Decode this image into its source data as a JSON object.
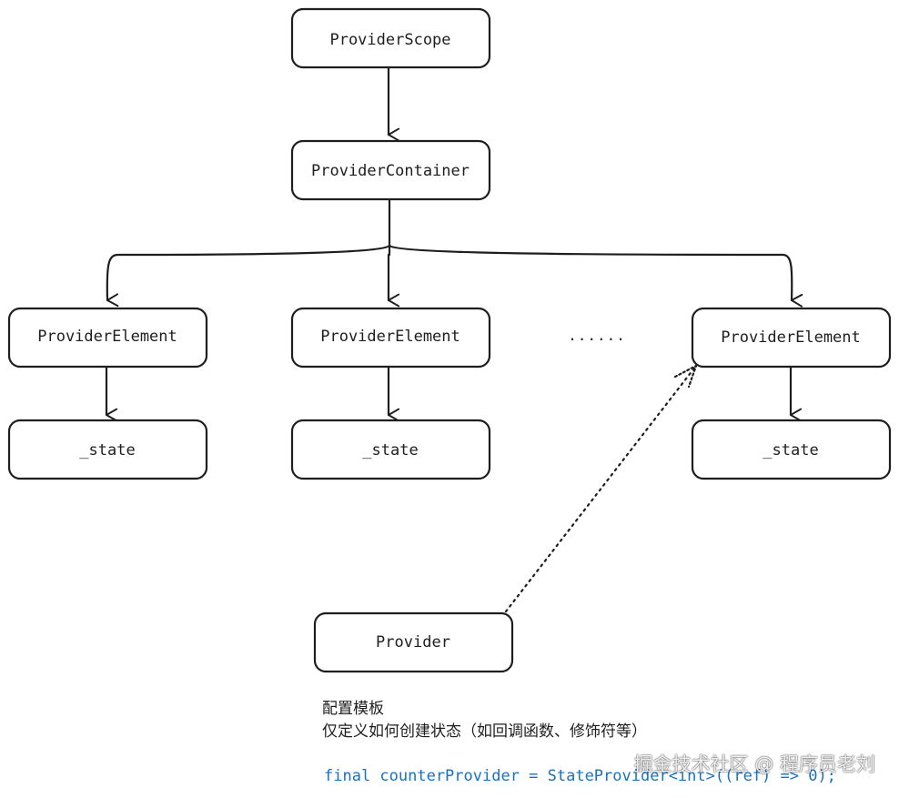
{
  "diagram": {
    "nodes": {
      "provider_scope": "ProviderScope",
      "provider_container": "ProviderContainer",
      "provider_element_1": "ProviderElement",
      "provider_element_2": "ProviderElement",
      "provider_element_3": "ProviderElement",
      "state_1": "_state",
      "state_2": "_state",
      "state_3": "_state",
      "provider": "Provider"
    },
    "ellipsis": "......",
    "note": {
      "title": "配置模板",
      "description": "仅定义如何创建状态（如回调函数、修饰符等）"
    },
    "code": "final counterProvider = StateProvider<int>((ref) => 0);",
    "watermark": "掘金技术社区 @ 程序员老刘"
  }
}
